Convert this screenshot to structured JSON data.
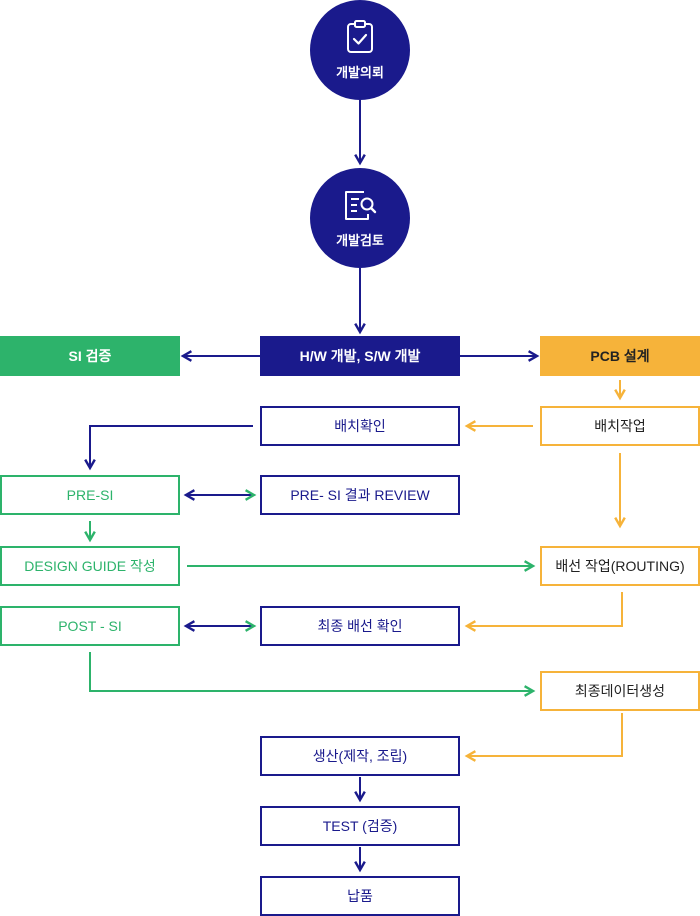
{
  "nodes": {
    "request": "개발의뢰",
    "review": "개발검토",
    "hw_sw": "H/W 개발,  S/W 개발",
    "si_verify": "SI 검증",
    "pcb_design": "PCB 설계",
    "placement_check": "배치확인",
    "placement_work": "배치작업",
    "pre_si": "PRE-SI",
    "pre_si_review": "PRE- SI 결과 REVIEW",
    "design_guide": "DESIGN GUIDE 작성",
    "routing": "배선 작업(ROUTING)",
    "post_si": "POST - SI",
    "final_routing_check": "최종 배선 확인",
    "final_data": "최종데이터생성",
    "production": "생산(제작, 조립)",
    "test": "TEST (검증)",
    "delivery": "납품"
  },
  "icons": {
    "request": "clipboard-check-icon",
    "review": "document-search-icon"
  },
  "colors": {
    "navy": "#1a1a8c",
    "green": "#2db36b",
    "orange": "#f6b33a"
  }
}
